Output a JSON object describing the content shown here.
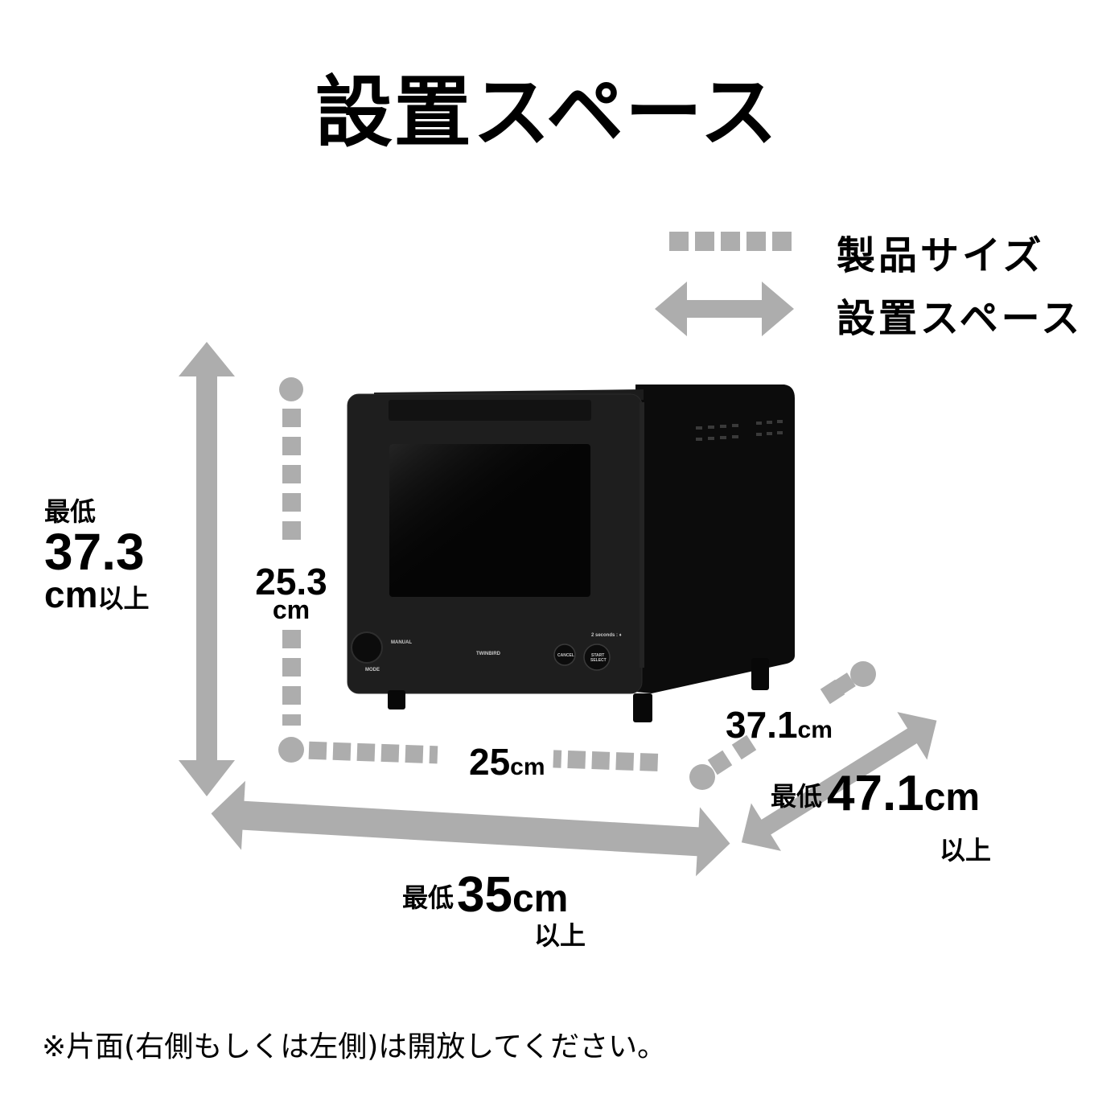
{
  "title": "設置スペース",
  "legend": {
    "product_size_label": "製品サイズ",
    "install_space_label": "設置スペース",
    "product_size_icon": "dotted-line-icon",
    "install_space_icon": "double-arrow-icon"
  },
  "dimensions": {
    "height_space": {
      "prefix": "最低",
      "value": "37.3",
      "unit": "cm",
      "suffix": "以上"
    },
    "height_product": {
      "value": "25.3",
      "unit": "cm"
    },
    "width_product": {
      "value": "25",
      "unit": "cm"
    },
    "depth_product": {
      "value": "37.1",
      "unit": "cm"
    },
    "width_space": {
      "prefix": "最低",
      "value": "35",
      "unit": "cm",
      "suffix": "以上"
    },
    "depth_space": {
      "prefix": "最低",
      "value": "47.1",
      "unit": "cm",
      "suffix": "以上"
    }
  },
  "product": {
    "brand": "TWINBIRD",
    "dial_label_top": "MANUAL",
    "dial_label_bottom": "MODE",
    "cancel_label": "CANCEL",
    "start_label_1": "START",
    "start_label_2": "SELECT",
    "hint": "2 seconds : ♦"
  },
  "note": "※片面(右側もしくは左側)は開放してください。",
  "colors": {
    "arrow_gray": "#adadad",
    "text": "#000000",
    "oven_body": "#111111"
  }
}
